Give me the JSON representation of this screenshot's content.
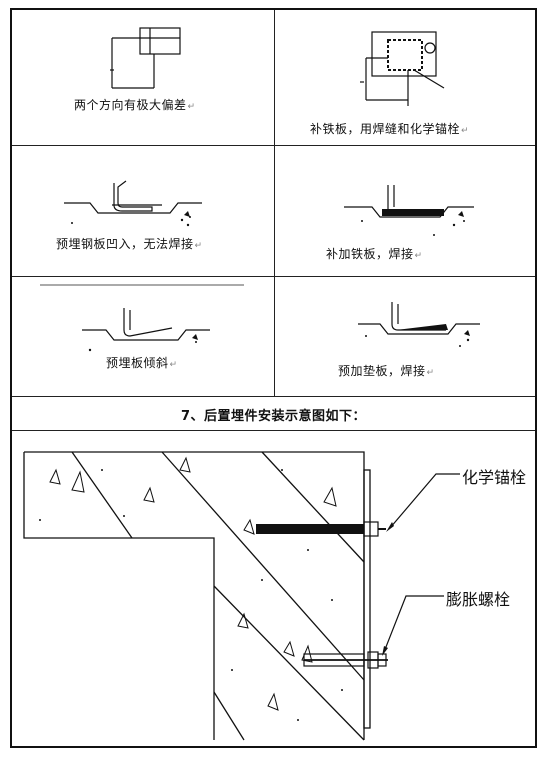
{
  "captions": {
    "c1": "两个方向有极大偏差",
    "c2": "补铁板，用焊缝和化学锚栓",
    "c3": "预埋钢板凹入，无法焊接",
    "c4": "补加铁板，焊接",
    "c5": "预埋板倾斜",
    "c6": "预加垫板，焊接",
    "return_mark": "↵"
  },
  "section_title": "7、后置埋件安装示意图如下：",
  "labels": {
    "chemical_anchor": "化学锚栓",
    "expansion_bolt": "膨胀螺栓"
  }
}
